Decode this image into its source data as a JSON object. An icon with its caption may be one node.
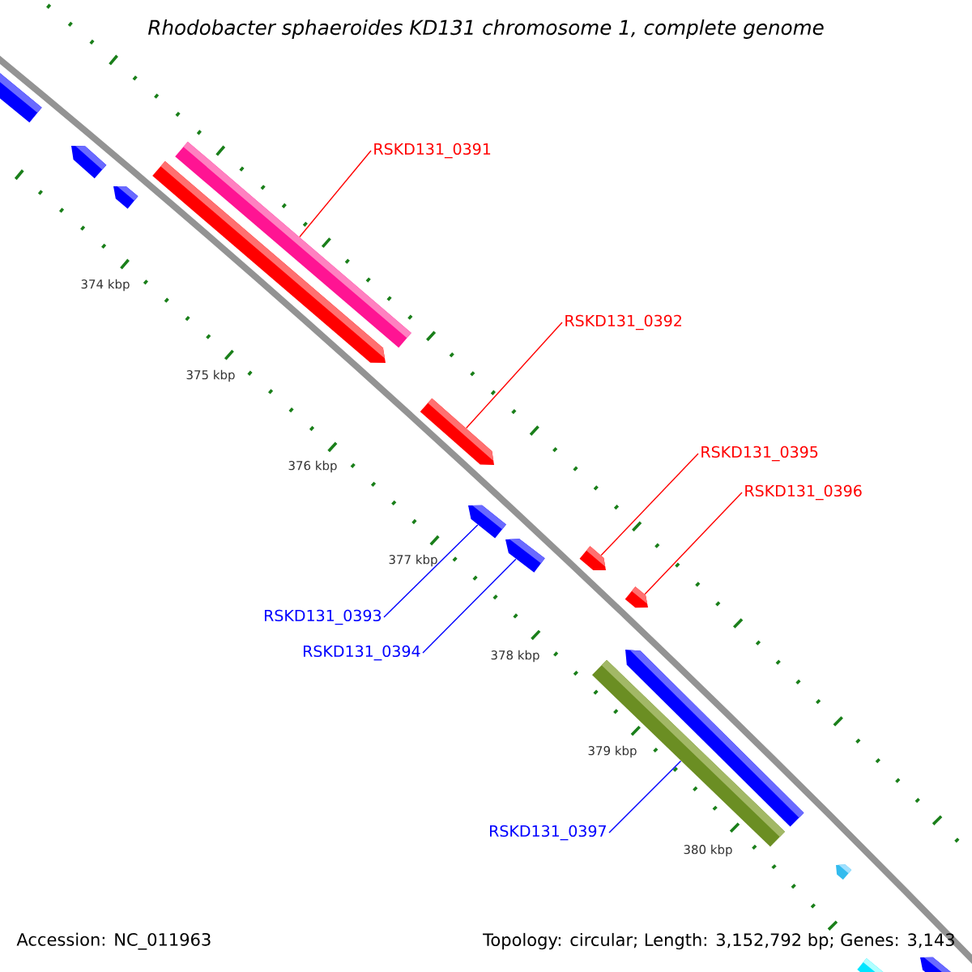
{
  "diagram": {
    "title": "Rhodobacter sphaeroides KD131 chromosome 1, complete genome",
    "nodes": [
      {
        "text": [
          "RSKD131_0391"
        ]
      },
      {
        "text": [],
        "shape": "bar"
      },
      {
        "text": [
          "RSKD131_0392"
        ]
      },
      {
        "text": [],
        "shape": "bar"
      },
      {
        "text": [
          "RSKD131_0395"
        ]
      },
      {
        "text": [],
        "shape": "bar"
      },
      {
        "text": [
          "RSKD131_0396"
        ]
      },
      {
        "text": [],
        "shape": "bar"
      },
      {
        "text": [
          "RSKD131_0393"
        ]
      },
      {
        "text": [],
        "shape": "bar"
      },
      {
        "text": [
          "RSKD131_0394"
        ]
      },
      {
        "text": [],
        "shape": "bar"
      },
      {
        "text": [
          "RSKD131_0397"
        ]
      },
      {
        "text": [],
        "shape": "bar"
      },
      {
        "text": [],
        "shape": "bar"
      },
      {
        "text": [],
        "shape": "bar"
      },
      {
        "text": [],
        "shape": "bar"
      },
      {
        "text": [],
        "shape": "bar"
      },
      {
        "text": [],
        "shape": "bar"
      },
      {
        "text": [],
        "shape": "bar"
      },
      {
        "text": [],
        "shape": "bar"
      },
      {
        "text": [],
        "shape": "bar"
      }
    ],
    "edges": [
      {
        "from": 0,
        "to": 1,
        "arrow": "none"
      },
      {
        "from": 2,
        "to": 3,
        "arrow": "none"
      },
      {
        "from": 4,
        "to": 5,
        "arrow": "none"
      },
      {
        "from": 6,
        "to": 7,
        "arrow": "none"
      },
      {
        "from": 8,
        "to": 9,
        "arrow": "none",
        "color": "#0000ff"
      },
      {
        "from": 10,
        "to": 11,
        "arrow": "none",
        "color": "#0000ff"
      },
      {
        "from": 12,
        "to": 13,
        "arrow": "none",
        "color": "#0000ff"
      }
    ],
    "labels": [
      "374 kbp",
      "375 kbp",
      "376 kbp",
      "377 kbp",
      "378 kbp",
      "379 kbp",
      "380 kbp",
      "Accession: NC_011963",
      "Topology: circular; Length: 3,152,792 bp; Genes: 3,143"
    ]
  }
}
